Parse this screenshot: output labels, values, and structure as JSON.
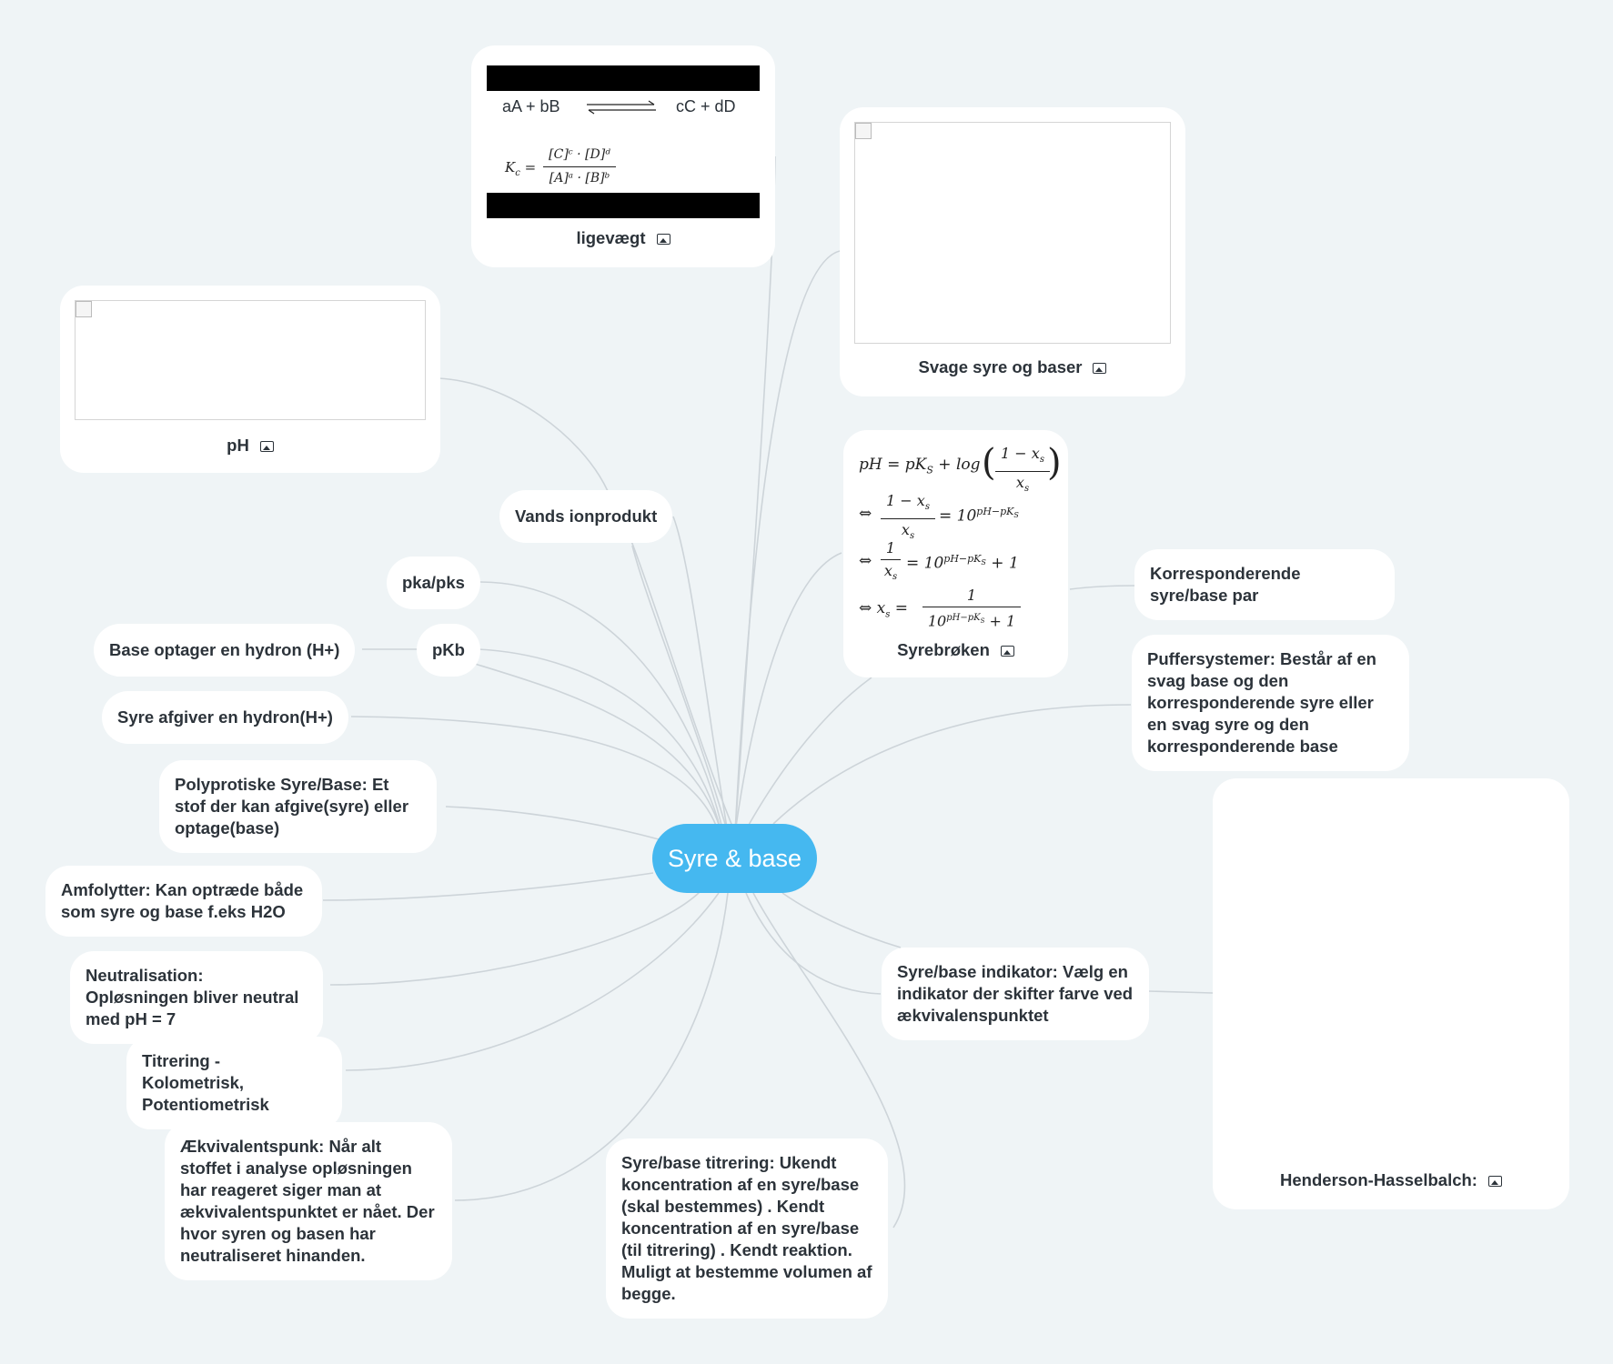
{
  "center": {
    "label": "Syre & base"
  },
  "nodes": {
    "ligevaegt": {
      "caption": "ligevægt",
      "reaction_left": "aA + bB",
      "reaction_right": "cC + dD",
      "kc_lhs": "K",
      "kc_sub": "c",
      "kc_num": "[C]ᶜ · [D]ᵈ",
      "kc_den": "[A]ᵃ · [B]ᵇ"
    },
    "svage": {
      "caption": "Svage syre og baser"
    },
    "ph": {
      "caption": "pH"
    },
    "vands": {
      "label": "Vands ionprodukt"
    },
    "pka": {
      "label": "pka/pks"
    },
    "pkb": {
      "label": "pKb"
    },
    "base_optager": {
      "label": "Base optager en hydron (H+)"
    },
    "syre_afgiver": {
      "label": "Syre afgiver en hydron(H+)"
    },
    "polyprotiske": {
      "label": "Polyprotiske Syre/Base: Et stof der kan afgive(syre) eller optage(base)"
    },
    "amfolytter": {
      "label": "Amfolytter: Kan optræde både som syre og base f.eks H2O"
    },
    "neutralisation": {
      "label": "Neutralisation: Opløsningen bliver neutral med pH = 7"
    },
    "titrering": {
      "label": "Titrering - Kolometrisk, Potentiometrisk"
    },
    "aekvivalent": {
      "label": "Ækvivalentspunk: Når alt stoffet i analyse opløsningen har reageret siger man at ækvivalentspunktet er nået. Der hvor syren og basen har neutraliseret hinanden."
    },
    "syrebase_titrering": {
      "label": "Syre/base titrering: Ukendt koncentration af en syre/base (skal bestemmes) . Kendt koncentration af en syre/base (til titrering) . Kendt reaktion. Muligt at bestemme volumen af begge."
    },
    "indikator": {
      "label": "Syre/base indikator: Vælg en indikator der skifter farve ved ækvivalenspunktet"
    },
    "henderson": {
      "caption": "Henderson-Hasselbalch:"
    },
    "puffer": {
      "label": "Puffersystemer: Består af en svag base og den korresponderende syre eller en svag syre og den korresponderende base"
    },
    "korresponderende": {
      "label": "Korresponderende syre/base par"
    },
    "syrebroeken": {
      "caption": "Syrebrøken",
      "line1_lhs": "pH = pK",
      "line1_sub": "S",
      "line1_rest": " + log",
      "frac1_num": "1 − x",
      "frac1_den": "x",
      "x_sub": "s",
      "arrow": "⇔",
      "line2_rhs": "= 10",
      "exp": "pH−pK",
      "exp_sub": "S",
      "line3_num": "1",
      "line3_plus": " + 1",
      "line4_lhs": "x",
      "line4_eq": "=",
      "line4_num": "1",
      "line4_den_base": "10",
      "line4_den_plus": " + 1"
    }
  }
}
